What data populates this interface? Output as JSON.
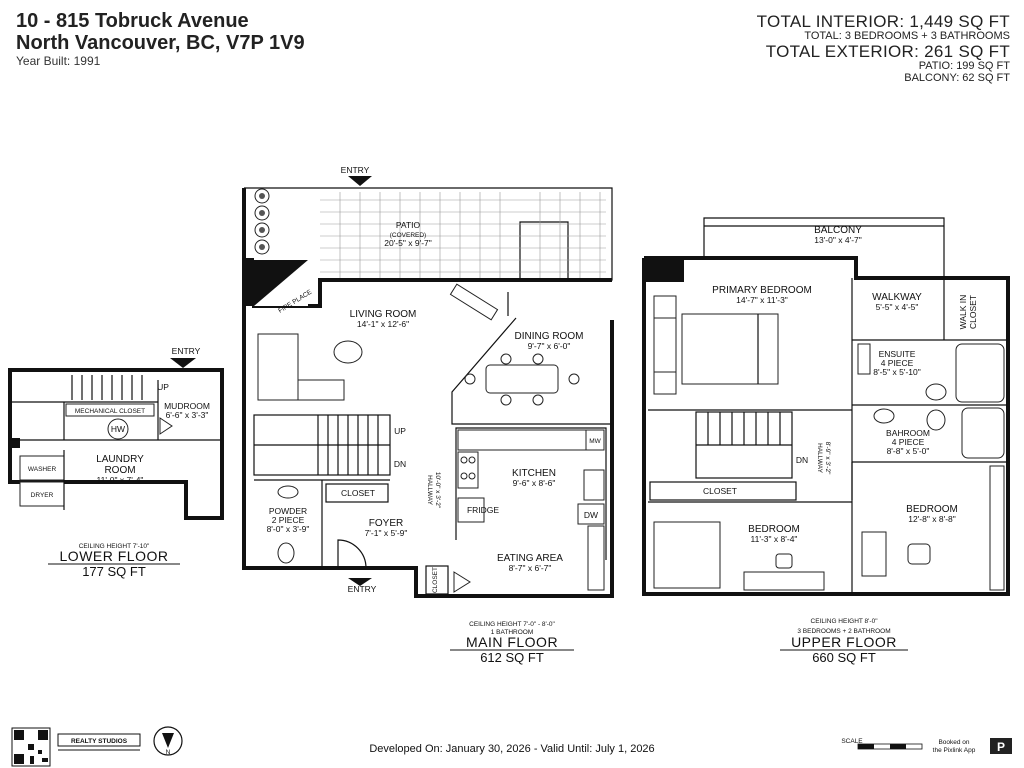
{
  "header": {
    "address_line1": "10 - 815 Tobruck Avenue",
    "address_line2": "North Vancouver, BC, V7P 1V9",
    "year_built": "Year Built: 1991"
  },
  "totals": {
    "interior": "TOTAL INTERIOR: 1,449 SQ FT",
    "interior_sub": "TOTAL: 3 BEDROOMS + 3 BATHROOMS",
    "exterior": "TOTAL EXTERIOR: 261 SQ FT",
    "patio": "PATIO: 199 SQ FT",
    "balcony": "BALCONY: 62 SQ FT"
  },
  "lower": {
    "entry": "ENTRY",
    "up": "UP",
    "mudroom": "MUDROOM",
    "mudroom_dim": "6'-6\" x 3'-3\"",
    "mech": "MECHANICAL CLOSET",
    "hw": "HW",
    "laundry": "LAUNDRY",
    "laundry2": "ROOM",
    "laundry_dim": "11'-0\" x 7'-4\"",
    "washer": "WASHER",
    "dryer": "DRYER",
    "ceiling": "CEILING HEIGHT 7'-10\"",
    "title": "LOWER FLOOR",
    "area": "177 SQ FT"
  },
  "main": {
    "entry_top": "ENTRY",
    "patio": "PATIO",
    "patio_sub": "(COVERED)",
    "patio_dim": "20'-5\" x 9'-7\"",
    "fireplace": "FIRE PLACE",
    "living": "LIVING ROOM",
    "living_dim": "14'-1\" x 12'-6\"",
    "dining": "DINING ROOM",
    "dining_dim": "9'-7\" x 6'-0\"",
    "up": "UP",
    "dn": "DN",
    "hallway": "HALLWAY",
    "hallway_dim": "10'-0\" x 3'-2\"",
    "mw": "MW",
    "kitchen": "KITCHEN",
    "kitchen_dim": "9'-6\" x 8'-6\"",
    "fridge": "FRIDGE",
    "dw": "DW",
    "closet": "CLOSET",
    "powder": "POWDER",
    "powder_sub": "2 PIECE",
    "powder_dim": "8'-0\" x 3'-9\"",
    "foyer": "FOYER",
    "foyer_dim": "7'-1\" x 5'-9\"",
    "eating": "EATING AREA",
    "eating_dim": "8'-7\" x 6'-7\"",
    "closet_small": "CLOSET",
    "entry_bottom": "ENTRY",
    "ceiling": "CEILING HEIGHT 7'-0\" - 8'-0\"",
    "bath_note": "1 BATHROOM",
    "title": "MAIN FLOOR",
    "area": "612 SQ FT"
  },
  "upper": {
    "balcony": "BALCONY",
    "balcony_dim": "13'-0\" x 4'-7\"",
    "primary": "PRIMARY BEDROOM",
    "primary_dim": "14'-7\" x 11'-3\"",
    "walkway": "WALKWAY",
    "walkway_dim": "5'-5\" x 4'-5\"",
    "walkin": "WALK IN",
    "walkin2": "CLOSET",
    "ensuite": "ENSUITE",
    "ensuite_sub": "4 PIECE",
    "ensuite_dim": "8'-5\" x 5'-10\"",
    "bath": "BAHROOM",
    "bath_sub": "4 PIECE",
    "bath_dim": "8'-8\" x 5'-0\"",
    "dn": "DN",
    "hallway": "HALLWAY",
    "hallway_dim": "8'-9\" x 3'-2\"",
    "closet": "CLOSET",
    "bed2": "BEDROOM",
    "bed2_dim": "12'-8\" x 8'-8\"",
    "bed3": "BEDROOM",
    "bed3_dim": "11'-3\" x 8'-4\"",
    "ceiling": "CEILING HEIGHT 8'-0\"",
    "bath_note": "3 BEDROOMS + 2 BATHROOM",
    "title": "UPPER FLOOR",
    "area": "660 SQ FT"
  },
  "footer": {
    "logo_text": "REALTY STUDIOS",
    "compass": "N",
    "developed": "Developed On: January 30, 2026 - Valid Until: July 1, 2026",
    "scale": "SCALE",
    "booked": "Booked on",
    "booked2": "the Pixlink App",
    "pixlink_logo": "P"
  }
}
